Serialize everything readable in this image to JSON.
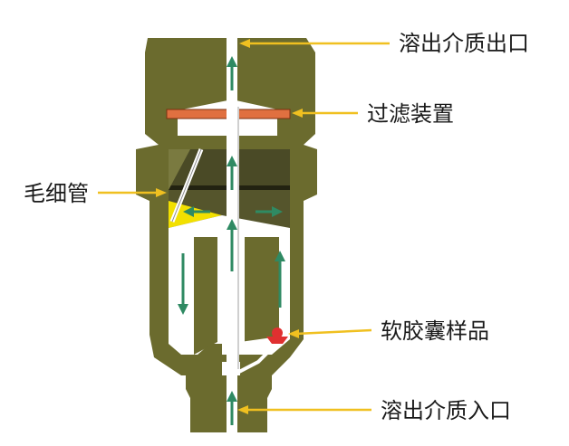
{
  "labels": {
    "outlet": "溶出介质出口",
    "filter": "过滤装置",
    "capillary": "毛细管",
    "capsule_sample": "软胶囊样品",
    "inlet": "溶出介质入口"
  },
  "colors": {
    "body": "#6b6b2e",
    "body_dark": "#55551f",
    "band": "#3d3d22",
    "filter_plate": "#e07040",
    "leader_line": "#f0c020",
    "yellow_region": "#f2e000",
    "flow_arrow": "#2f8a63",
    "sample": "#e03030"
  }
}
